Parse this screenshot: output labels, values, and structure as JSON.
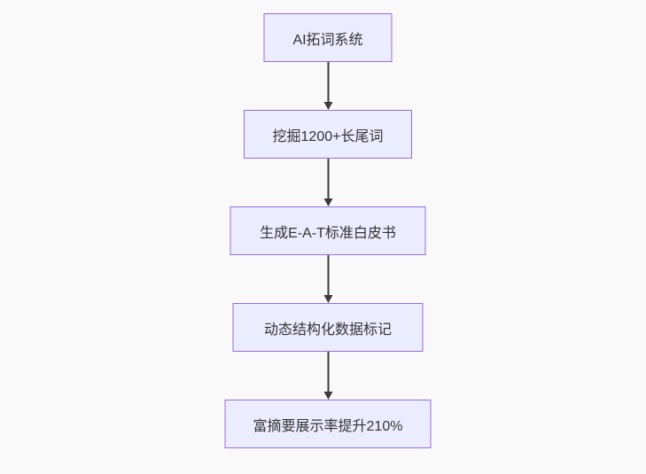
{
  "page": {
    "background_color": "#f9f9f9"
  },
  "flowchart": {
    "type": "flowchart-top-down",
    "node_fill_color": "#ECECFF",
    "node_border_color": "#9370DB",
    "edge_color": "#3b3b3b",
    "text_color": "#333333",
    "nodes": [
      {
        "label": "AI拓词系统"
      },
      {
        "label": "挖掘1200+长尾词"
      },
      {
        "label": "生成E-A-T标准白皮书"
      },
      {
        "label": "动态结构化数据标记"
      },
      {
        "label": "富摘要展示率提升210%"
      }
    ],
    "edges": [
      {
        "from": "AI拓词系统",
        "to": "挖掘1200+长尾词"
      },
      {
        "from": "挖掘1200+长尾词",
        "to": "生成E-A-T标准白皮书"
      },
      {
        "from": "生成E-A-T标准白皮书",
        "to": "动态结构化数据标记"
      },
      {
        "from": "动态结构化数据标记",
        "to": "富摘要展示率提升210%"
      }
    ]
  }
}
